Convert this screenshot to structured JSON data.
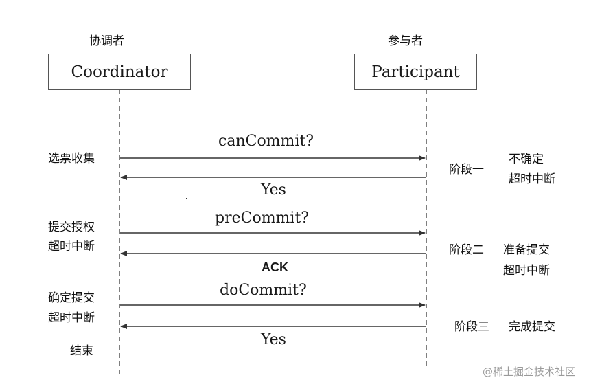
{
  "lanes": {
    "coordinator": {
      "caption": "协调者",
      "label": "Coordinator"
    },
    "participant": {
      "caption": "参与者",
      "label": "Participant"
    }
  },
  "messages": [
    {
      "label": "canCommit?",
      "direction": "coordinator-to-participant"
    },
    {
      "label": "Yes",
      "direction": "participant-to-coordinator"
    },
    {
      "label": "preCommit?",
      "direction": "coordinator-to-participant"
    },
    {
      "label": "ACK",
      "direction": "participant-to-coordinator"
    },
    {
      "label": "doCommit?",
      "direction": "coordinator-to-participant"
    },
    {
      "label": "Yes",
      "direction": "participant-to-coordinator"
    }
  ],
  "coordinator_notes": [
    {
      "line1": "选票收集"
    },
    {
      "line1": "提交授权",
      "line2": "超时中断"
    },
    {
      "line1": "确定提交",
      "line2": "超时中断"
    },
    {
      "line1": "结束"
    }
  ],
  "phases": [
    {
      "name": "阶段一",
      "note1": "不确定",
      "note2": "超时中断"
    },
    {
      "name": "阶段二",
      "note1": "准备提交",
      "note2": "超时中断"
    },
    {
      "name": "阶段三",
      "note1": "完成提交"
    }
  ],
  "watermark": "@稀土掘金技术社区",
  "colors": {
    "line": "#555555",
    "arrow": "#333333",
    "text": "#111111",
    "watermark": "#9a9a9a"
  }
}
